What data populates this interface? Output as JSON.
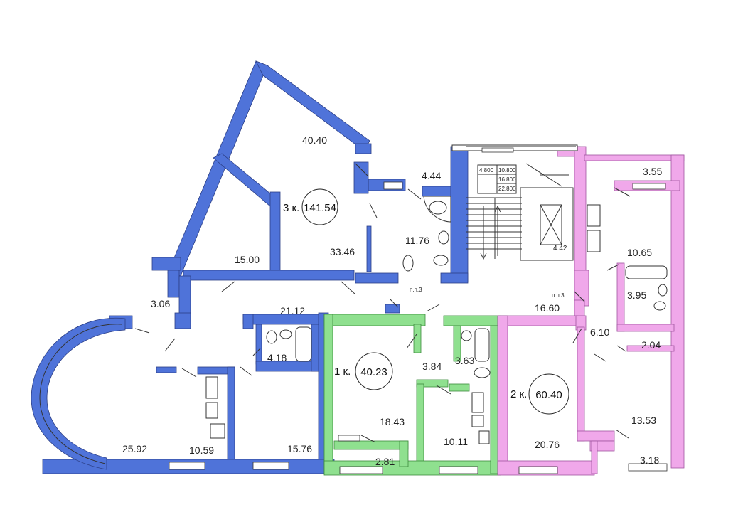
{
  "colors": {
    "apartment_3": "#4f73d9",
    "apartment_1": "#8fe08f",
    "apartment_2": "#f0a8ea",
    "walls": "#3a3a3a",
    "background": "#ffffff"
  },
  "apartments": [
    {
      "id": "3",
      "label": "3 к.",
      "area": "141.54",
      "color_key": "apartment_3"
    },
    {
      "id": "1",
      "label": "1 к.",
      "area": "40.23",
      "color_key": "apartment_1"
    },
    {
      "id": "2",
      "label": "2 к.",
      "area": "60.40",
      "color_key": "apartment_2"
    }
  ],
  "rooms": [
    {
      "apartment": "3",
      "area": "40.40"
    },
    {
      "apartment": "3",
      "area": "4.44"
    },
    {
      "apartment": "3",
      "area": "11.76"
    },
    {
      "apartment": "3",
      "area": "33.46"
    },
    {
      "apartment": "3",
      "area": "15.00"
    },
    {
      "apartment": "3",
      "area": "3.06"
    },
    {
      "apartment": "3",
      "area": "21.12"
    },
    {
      "apartment": "3",
      "area": "4.18"
    },
    {
      "apartment": "3",
      "area": "25.92"
    },
    {
      "apartment": "3",
      "area": "10.59"
    },
    {
      "apartment": "3",
      "area": "15.76"
    },
    {
      "apartment": "1",
      "area": "3.84"
    },
    {
      "apartment": "1",
      "area": "3.63"
    },
    {
      "apartment": "1",
      "area": "18.43"
    },
    {
      "apartment": "1",
      "area": "2.81"
    },
    {
      "apartment": "1",
      "area": "10.11"
    },
    {
      "apartment": "2",
      "area": "16.60"
    },
    {
      "apartment": "2",
      "area": "6.10"
    },
    {
      "apartment": "2",
      "area": "2.04"
    },
    {
      "apartment": "2",
      "area": "3.95"
    },
    {
      "apartment": "2",
      "area": "10.65"
    },
    {
      "apartment": "2",
      "area": "3.55"
    },
    {
      "apartment": "2",
      "area": "13.53"
    },
    {
      "apartment": "2",
      "area": "20.76"
    },
    {
      "apartment": "2",
      "area": "3.18"
    }
  ],
  "stair": {
    "table": [
      [
        "4.800",
        "10.800"
      ],
      [
        "",
        "16.800"
      ],
      [
        "",
        "22.800"
      ]
    ],
    "shaft_mark": "4.42"
  },
  "shaft_labels": {
    "left": "п.п.3",
    "right": "п.п.3"
  }
}
